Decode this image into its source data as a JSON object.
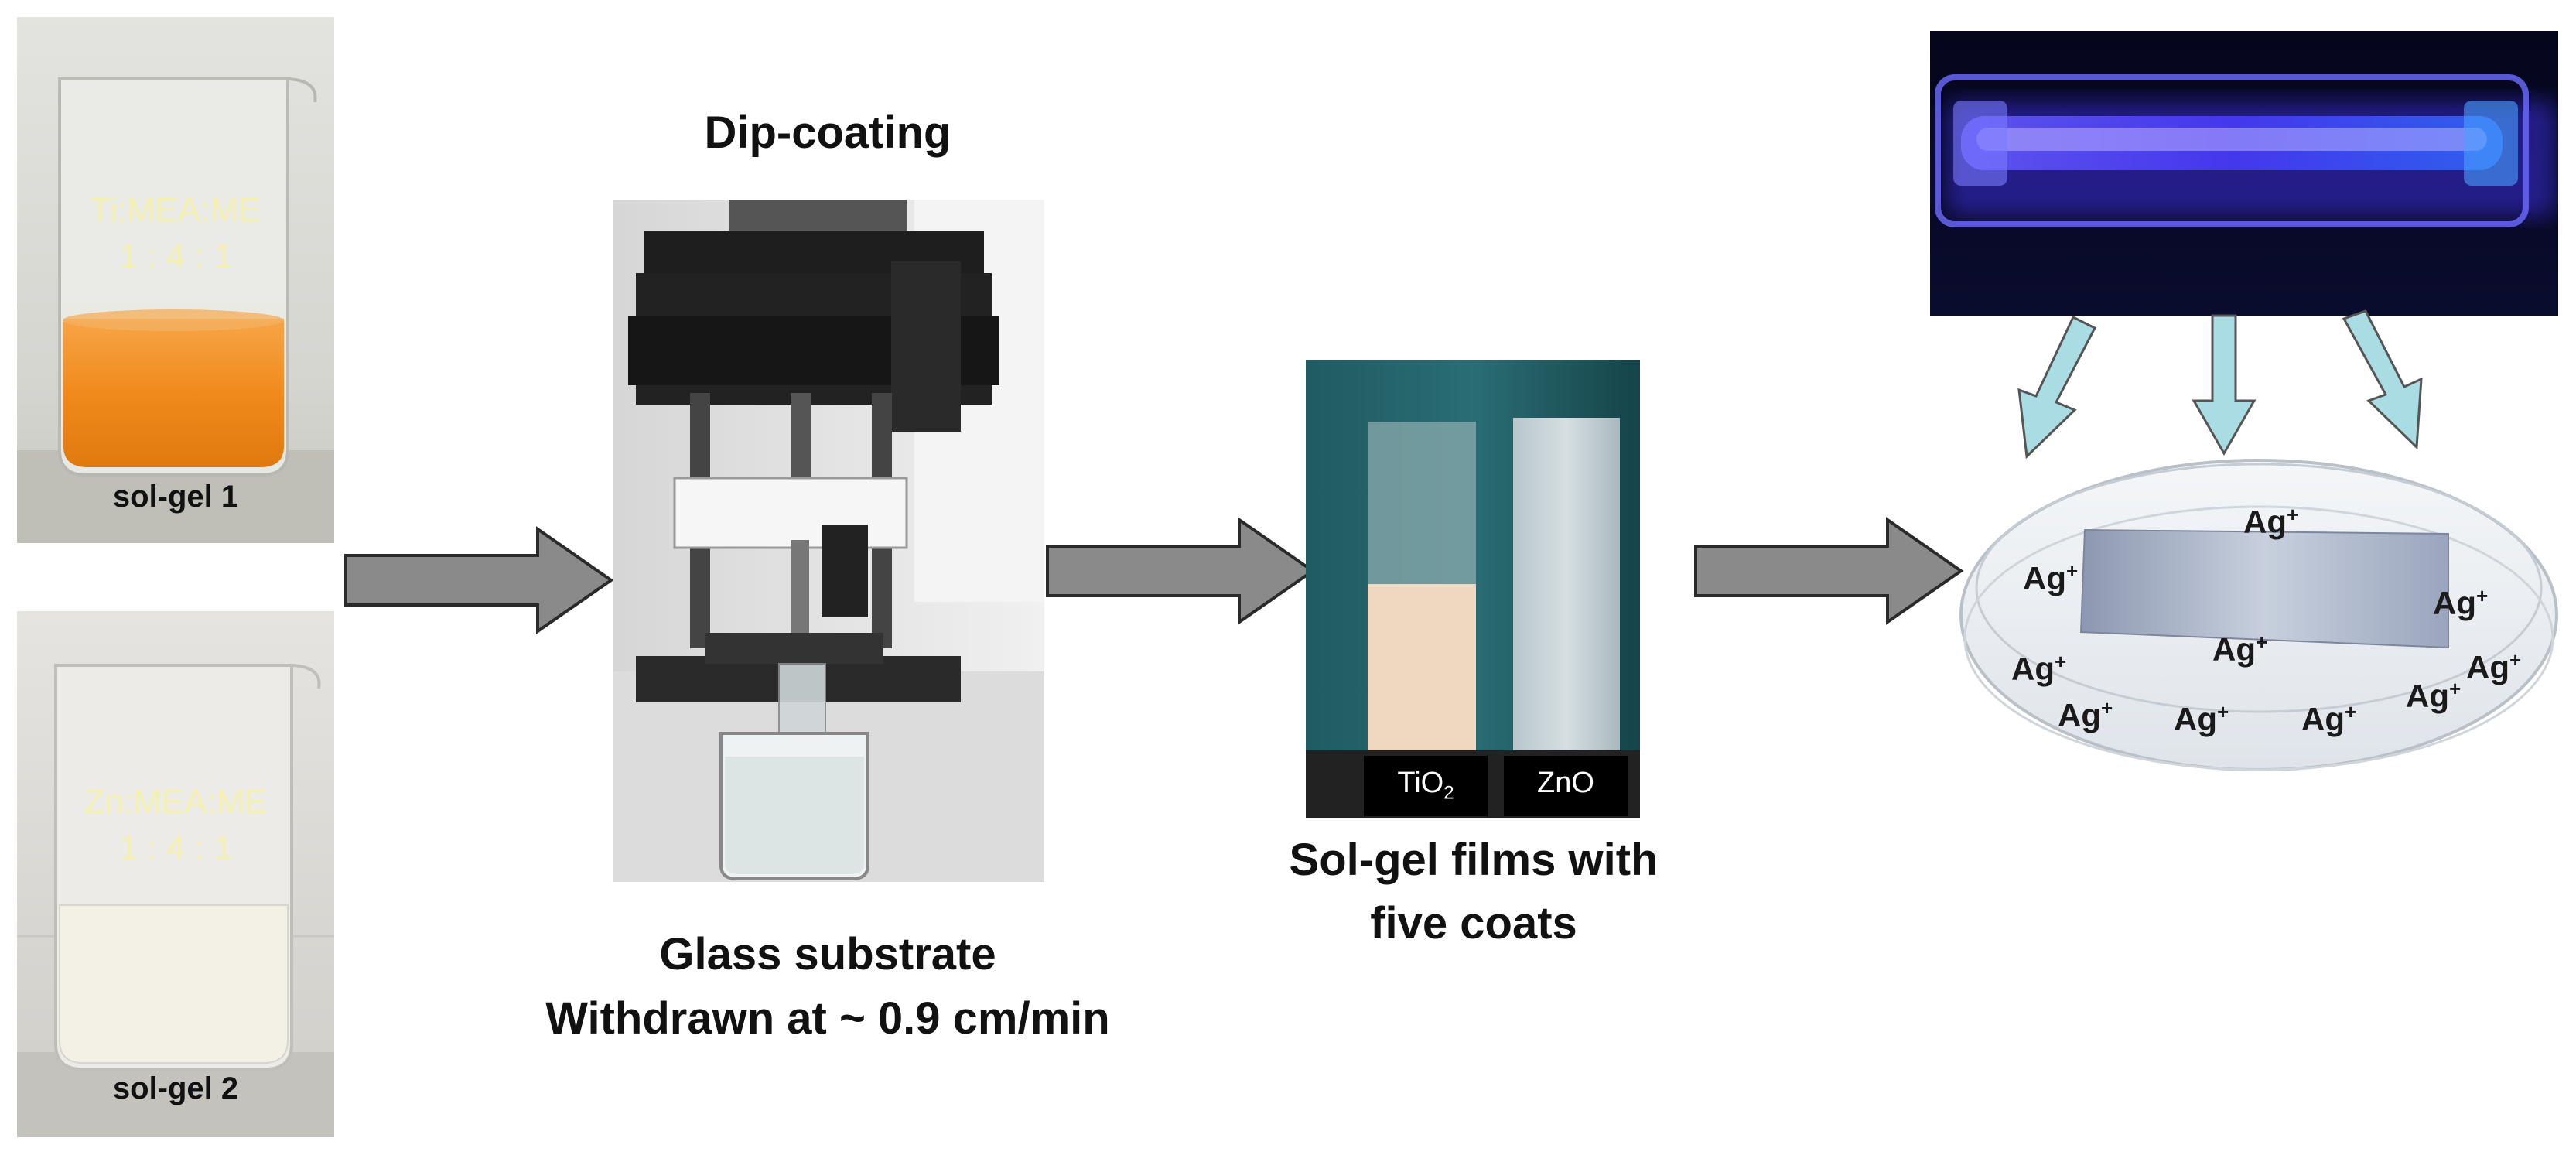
{
  "solgel1": {
    "ratio_line1": "Ti:MEA:ME",
    "ratio_line2": "1 : 4 : 1",
    "label": "sol-gel 1"
  },
  "solgel2": {
    "ratio_line1": "Zn:MEA:ME",
    "ratio_line2": "1 : 4 : 1",
    "label": "sol-gel 2"
  },
  "dip": {
    "title": "Dip-coating",
    "caption_line1": "Glass substrate",
    "caption_line2": "Withdrawn at ~ 0.9 cm/min"
  },
  "films": {
    "tio2_base": "TiO",
    "tio2_sub": "2",
    "zno": "ZnO",
    "caption_line1": "Sol-gel films with",
    "caption_line2": "five coats"
  },
  "ions": {
    "base": "Ag",
    "sup": "+"
  },
  "colors": {
    "arrow_fill": "#8a8a8a",
    "uv_arrow": "#a9dde3",
    "solgel1_liquid": "#f08a1c",
    "uv_glow": "#4a3cff"
  }
}
